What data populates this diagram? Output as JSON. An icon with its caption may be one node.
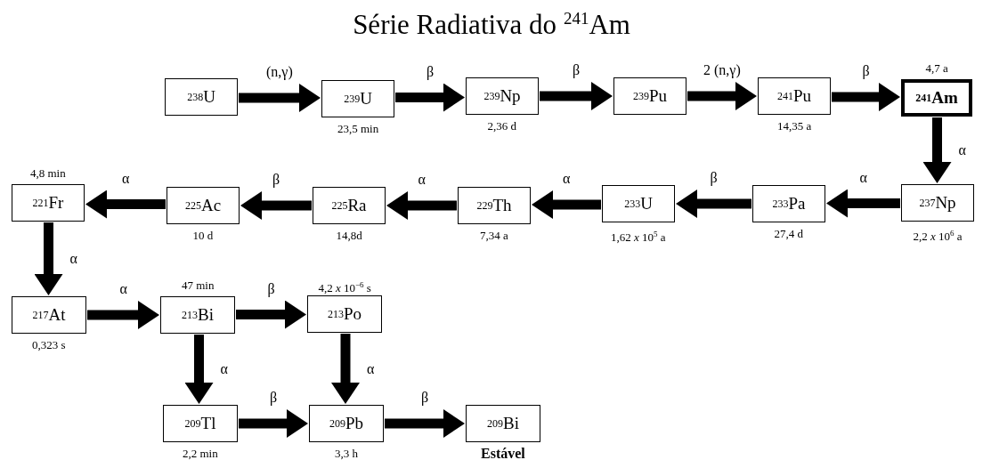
{
  "diagram": {
    "title": "Série Radiativa do $^{241}$Am",
    "nodes": [
      {
        "text": [
          "$^{238}$U"
        ]
      },
      {
        "text": [
          "$^{239}$U"
        ],
        "beside": [
          "23,5 min"
        ]
      },
      {
        "text": [
          "$^{239}$Np"
        ],
        "beside": [
          "2,36 d"
        ]
      },
      {
        "text": [
          "$^{239}$Pu"
        ]
      },
      {
        "text": [
          "$^{241}$Pu"
        ],
        "beside": [
          "14,35 a"
        ]
      },
      {
        "text": [
          "$^{241}$Am"
        ],
        "beside": [
          "4,7 a"
        ]
      },
      {
        "text": [
          "$^{221}$Fr"
        ],
        "beside": [
          "4,8 min"
        ]
      },
      {
        "text": [
          "$^{225}$Ac"
        ],
        "beside": [
          "10 d"
        ]
      },
      {
        "text": [
          "$^{225}$Ra"
        ],
        "beside": [
          "14,8d"
        ]
      },
      {
        "text": [
          "$^{229}$Th"
        ],
        "beside": [
          "7,34 a"
        ]
      },
      {
        "text": [
          "$^{233}$U"
        ],
        "beside": [
          "1,62 *x* 10$^{5}$ a"
        ]
      },
      {
        "text": [
          "$^{233}$Pa"
        ],
        "beside": [
          "27,4 d"
        ]
      },
      {
        "text": [
          "$^{237}$Np"
        ],
        "beside": [
          "2,2 *x* 10$^{6}$ a"
        ]
      },
      {
        "text": [
          "$^{217}$At"
        ],
        "beside": [
          "0,323 s"
        ]
      },
      {
        "text": [
          "$^{213}$Bi"
        ],
        "beside": [
          "47 min"
        ]
      },
      {
        "text": [
          "$^{213}$Po"
        ],
        "beside": [
          "4,2 *x* 10$^{−6}$ s"
        ]
      },
      {
        "text": [
          "$^{209}$Tl"
        ],
        "beside": [
          "2,2 min"
        ]
      },
      {
        "text": [
          "$^{209}$Pb"
        ],
        "beside": [
          "3,3 h"
        ]
      },
      {
        "text": [
          "$^{209}$Bi"
        ],
        "beside": [
          "Estável"
        ]
      }
    ],
    "edges": [
      {
        "from": 0,
        "to": 1,
        "arrow": "to",
        "label": "(n,γ)"
      },
      {
        "from": 1,
        "to": 2,
        "arrow": "to",
        "label": "β"
      },
      {
        "from": 2,
        "to": 3,
        "arrow": "to",
        "label": "β"
      },
      {
        "from": 3,
        "to": 4,
        "arrow": "to",
        "label": "2 (n,γ)"
      },
      {
        "from": 4,
        "to": 5,
        "arrow": "to",
        "label": "β"
      },
      {
        "from": 5,
        "to": 12,
        "arrow": "to",
        "label": "α"
      },
      {
        "from": 12,
        "to": 11,
        "arrow": "to",
        "label": "α"
      },
      {
        "from": 11,
        "to": 10,
        "arrow": "to",
        "label": "β"
      },
      {
        "from": 10,
        "to": 9,
        "arrow": "to",
        "label": "α"
      },
      {
        "from": 9,
        "to": 8,
        "arrow": "to",
        "label": "α"
      },
      {
        "from": 8,
        "to": 7,
        "arrow": "to",
        "label": "β"
      },
      {
        "from": 7,
        "to": 6,
        "arrow": "to",
        "label": "α"
      },
      {
        "from": 6,
        "to": 13,
        "arrow": "to",
        "label": "α"
      },
      {
        "from": 13,
        "to": 14,
        "arrow": "to",
        "label": "α"
      },
      {
        "from": 14,
        "to": 15,
        "arrow": "to",
        "label": "β"
      },
      {
        "from": 14,
        "to": 16,
        "arrow": "to",
        "label": "α"
      },
      {
        "from": 15,
        "to": 17,
        "arrow": "to",
        "label": "α"
      },
      {
        "from": 16,
        "to": 17,
        "arrow": "to",
        "label": "β"
      },
      {
        "from": 17,
        "to": 18,
        "arrow": "to",
        "label": "β"
      }
    ]
  }
}
